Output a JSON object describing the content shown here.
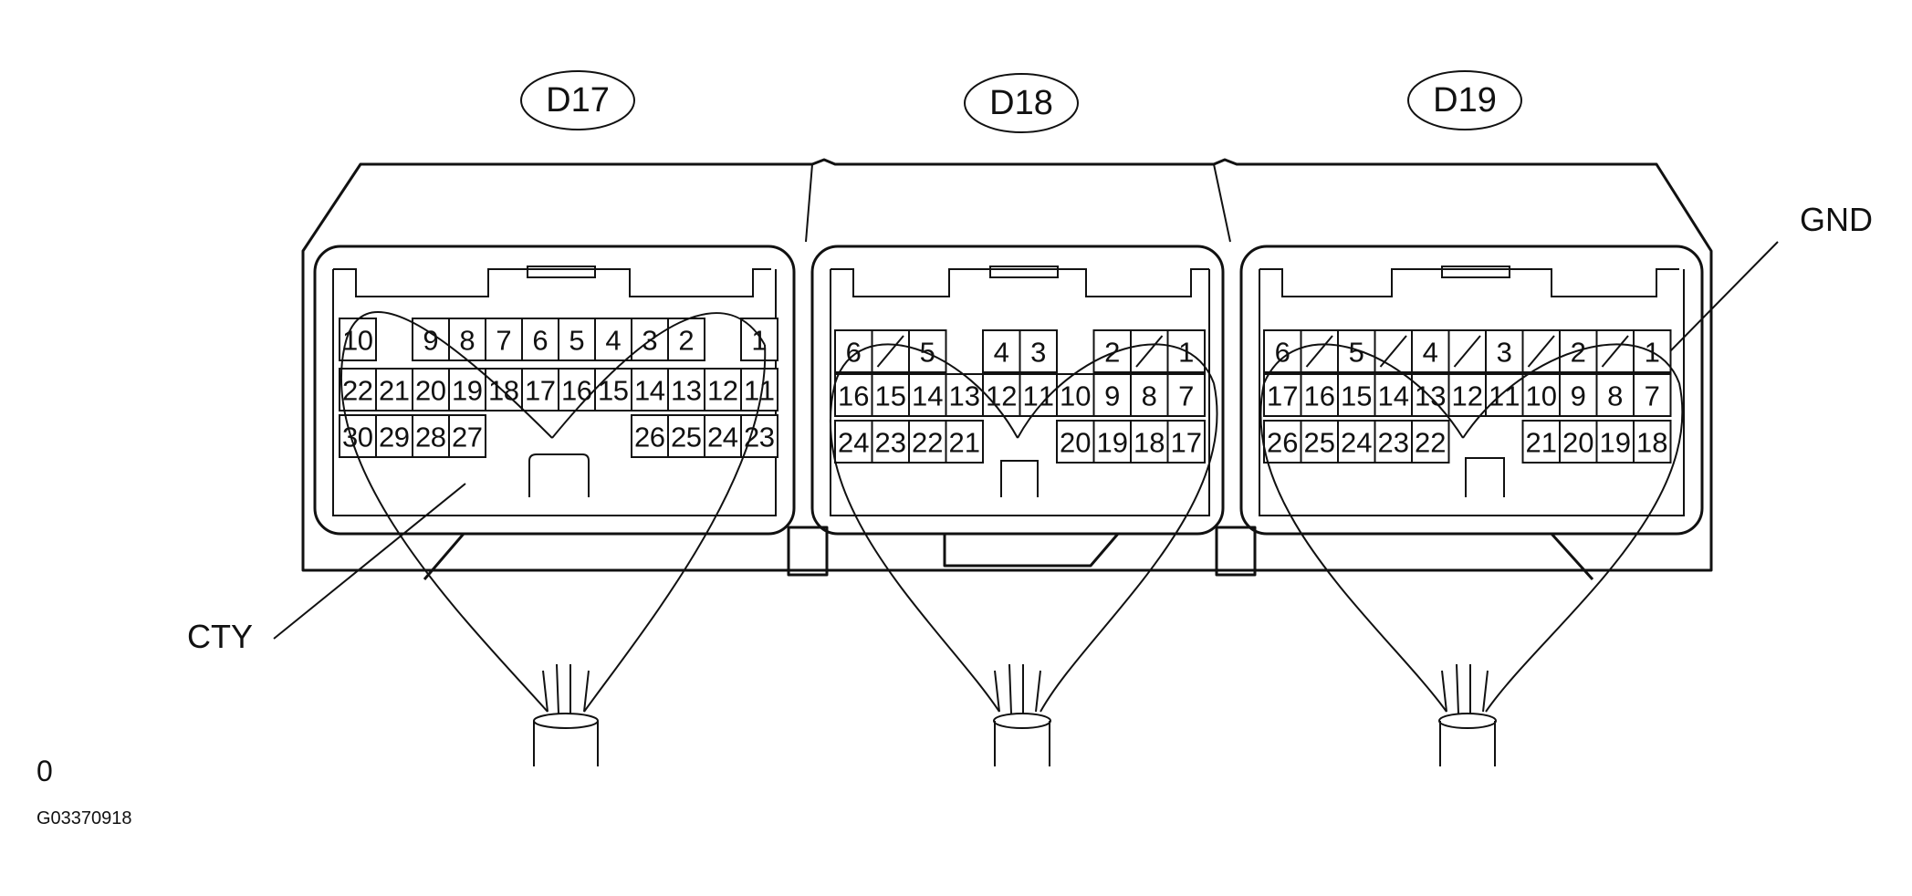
{
  "connectors": [
    {
      "label": "D17",
      "rows": [
        [
          "10",
          "",
          "9",
          "8",
          "7",
          "6",
          "5",
          "4",
          "3",
          "2",
          "",
          "1"
        ],
        [
          "22",
          "21",
          "20",
          "19",
          "18",
          "17",
          "16",
          "15",
          "14",
          "13",
          "12",
          "11"
        ],
        [
          "30",
          "29",
          "28",
          "27",
          "",
          "",
          "",
          "",
          "26",
          "25",
          "24",
          "23"
        ]
      ]
    },
    {
      "label": "D18",
      "rows": [
        [
          "6",
          "/",
          "5",
          "",
          "4",
          "3",
          "",
          "2",
          "/",
          "1"
        ],
        [
          "16",
          "15",
          "14",
          "13",
          "12",
          "11",
          "10",
          "9",
          "8",
          "7"
        ],
        [
          "24",
          "23",
          "22",
          "21",
          "",
          "",
          "20",
          "19",
          "18",
          "17"
        ]
      ]
    },
    {
      "label": "D19",
      "rows": [
        [
          "6",
          "/",
          "5",
          "/",
          "4",
          "/",
          "3",
          "/",
          "2",
          "/",
          "1"
        ],
        [
          "17",
          "16",
          "15",
          "14",
          "13",
          "12",
          "11",
          "10",
          "9",
          "8",
          "7"
        ],
        [
          "26",
          "25",
          "24",
          "23",
          "22",
          "",
          "",
          "21",
          "20",
          "19",
          "18"
        ]
      ]
    }
  ],
  "callouts": {
    "gnd": "GND",
    "cty": "CTY"
  },
  "footer": {
    "mark": "0",
    "figure_id": "G03370918"
  }
}
